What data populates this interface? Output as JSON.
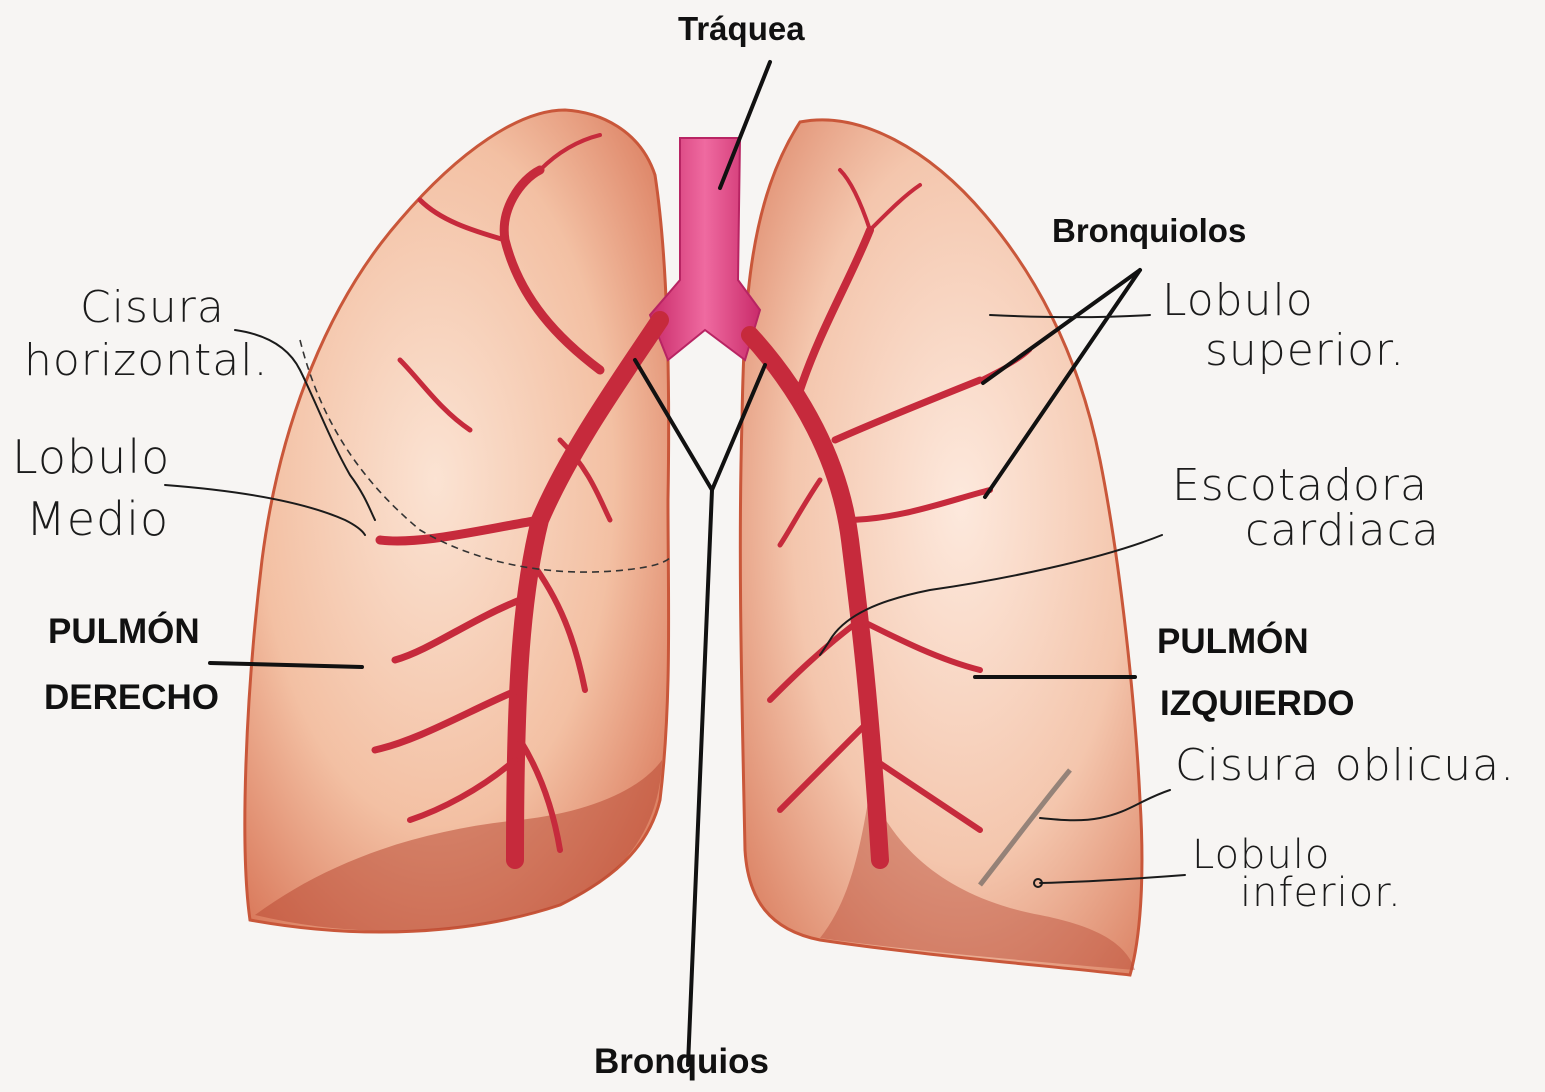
{
  "labels": {
    "traquea": "Tráquea",
    "bronquiolos": "Bronquiolos",
    "bronquios": "Bronquios",
    "pulmon_derecho_1": "PULMÓN",
    "pulmon_derecho_2": "DERECHO",
    "pulmon_izquierdo_1": "PULMÓN",
    "pulmon_izquierdo_2": "IZQUIERDO"
  },
  "handwritten": {
    "cisura_horizontal_1": "Cisura",
    "cisura_horizontal_2": "horizontal.",
    "lobulo_medio_1": "Lobulo",
    "lobulo_medio_2": "Medio",
    "lobulo_superior_1": "Lobulo",
    "lobulo_superior_2": "superior.",
    "escotadura_1": "Escotadora",
    "escotadura_2": "cardiaca",
    "cisura_oblicua": "Cisura oblicua.",
    "lobulo_inferior_1": "Lobulo",
    "lobulo_inferior_2": "inferior."
  },
  "colors": {
    "background": "#f7f5f3",
    "lung_fill": "#f2bfa2",
    "lung_edge": "#c9573a",
    "bronchi": "#c62a3c",
    "trachea": "#d9407a",
    "lines": "#111111"
  }
}
